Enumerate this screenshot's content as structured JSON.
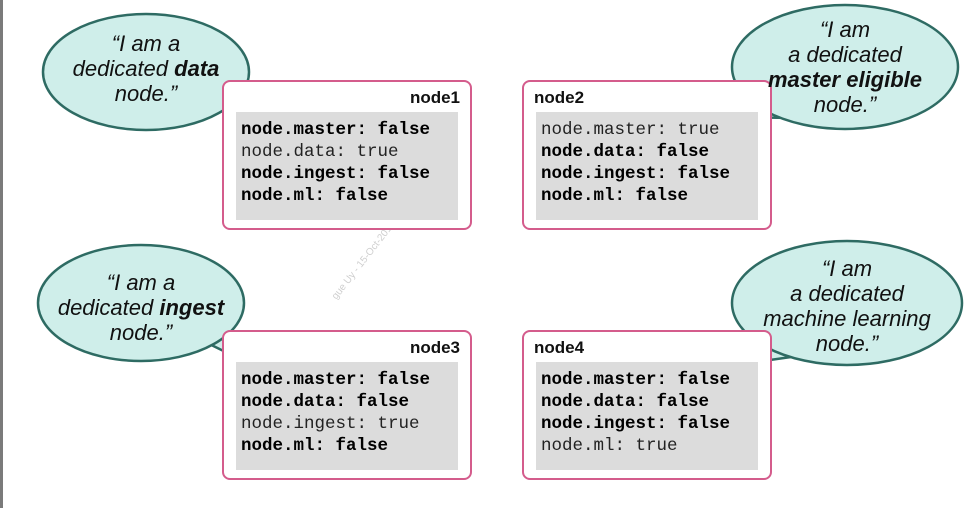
{
  "watermark": "gue Uy - 15-Oct-2019 - elastic",
  "nodes": [
    {
      "title": "node1",
      "lines": [
        "node.master: false",
        "node.data: true",
        "node.ingest: false",
        "node.ml: false"
      ],
      "bubble": {
        "pre": "“I am a",
        "line2_pre": "dedicated ",
        "highlight": "data",
        "post": "node.”"
      }
    },
    {
      "title": "node2",
      "lines": [
        "node.master: true",
        "node.data: false",
        "node.ingest: false",
        "node.ml: false"
      ],
      "bubble": {
        "l1": "“I am",
        "l2": "a dedicated",
        "highlight": "master eligible",
        "l4": "node.”"
      }
    },
    {
      "title": "node3",
      "lines": [
        "node.master: false",
        "node.data: false",
        "node.ingest: true",
        "node.ml: false"
      ],
      "bubble": {
        "pre": "“I am a",
        "line2_pre": "dedicated ",
        "highlight": "ingest",
        "post": "node.”"
      }
    },
    {
      "title": "node4",
      "lines": [
        "node.master: false",
        "node.data: false",
        "node.ingest: false",
        "node.ml: true"
      ],
      "bubble": {
        "l1": "“I am",
        "l2": "a dedicated",
        "l3": "machine learning",
        "l4": "node.”"
      }
    }
  ],
  "colors": {
    "bubble_fill": "#cfeeea",
    "bubble_stroke": "#2e6b63",
    "card_border": "#d45c8c",
    "code_bg": "#dcdcdc"
  }
}
